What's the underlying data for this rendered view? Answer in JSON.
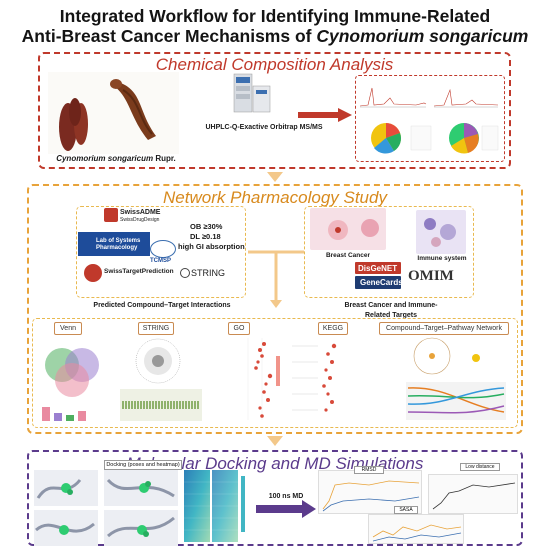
{
  "title": {
    "line1": "Integrated Workflow for Identifying Immune-Related",
    "line2_prefix": "Anti-Breast Cancer Mechanisms of ",
    "line2_italic": "Cynomorium songaricum"
  },
  "section1": {
    "title": "Chemical Composition Analysis",
    "plant_caption_italic": "Cynomorium songaricum",
    "plant_caption_suffix": " Rupr.",
    "instrument_caption": "UHPLC-Q-Exactive Orbitrap MS/MS"
  },
  "section2": {
    "title": "Network Pharmacology Study",
    "logos": {
      "swissadme": "SwissADME",
      "sib": "SwissDrugDesign",
      "lsp": "Lab of Systems Pharmacology",
      "tcmsp": "TCMSP",
      "swisstarget": "SwissTargetPrediction",
      "string": "STRING"
    },
    "criteria": [
      "OB ≥30%",
      "DL ≥0.18",
      "high GI absorption"
    ],
    "left_caption": "Predicted Compound–Target Interactions",
    "breast_cancer": "Breast Cancer",
    "immune_system": "Immune system",
    "disgenet": "DisGeNET",
    "genecards": "GeneCards",
    "omim": "OMIM",
    "right_caption": "Breast Cancer and Immune-Related Targets",
    "panels": [
      "Venn",
      "STRING",
      "GO",
      "KEGG",
      "Compound–Target–Pathway Network"
    ]
  },
  "section3": {
    "title": "Molecular Docking and MD Simulations",
    "docking_label": "Docking (poses and heatmap)",
    "md_label": "100 ns MD",
    "plot_labels": [
      "RMSD",
      "Low distance",
      "SASA"
    ]
  },
  "colors": {
    "red": "#c0392b",
    "orange": "#e8a33a",
    "purple": "#5b3b8c",
    "arrow": "#f3c88a"
  }
}
